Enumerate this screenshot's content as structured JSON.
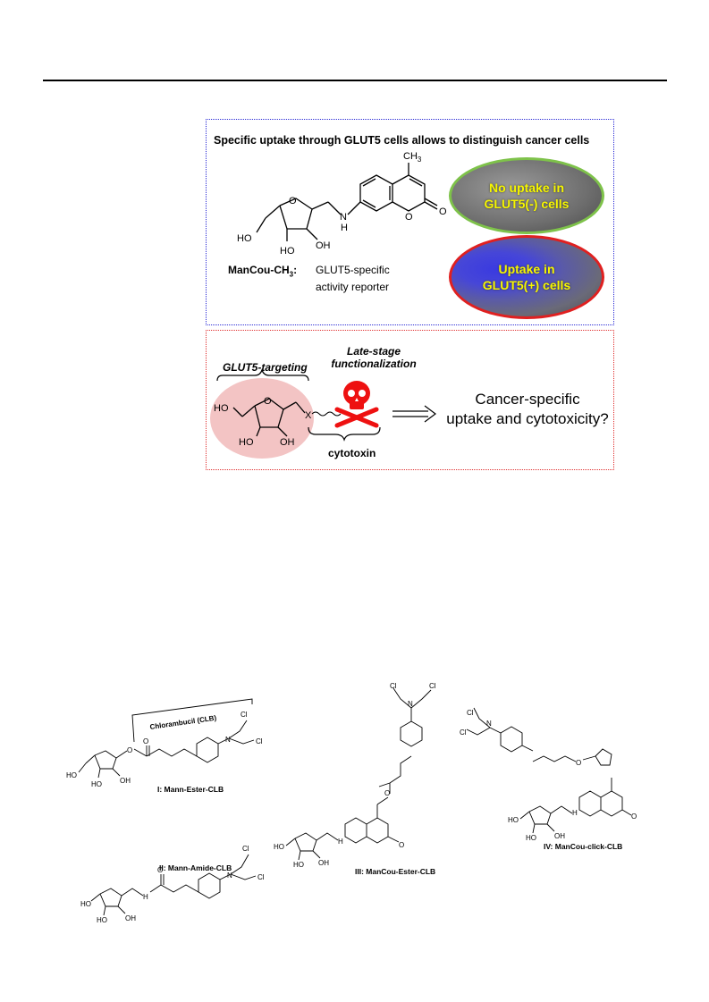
{
  "panel_top": {
    "heading": "Specific uptake through GLUT5 cells allows to distinguish cancer cells",
    "compound_name": "ManCou-CH",
    "compound_sub": "3",
    "compound_colon": ":",
    "desc_line1": "GLUT5-specific",
    "desc_line2": "activity reporter",
    "no_uptake_line1": "No uptake in",
    "no_uptake_line2": "GLUT5(-) cells",
    "uptake_line1": "Uptake in",
    "uptake_line2": "GLUT5(+) cells",
    "atom_ch3": "CH",
    "atom_ch3_sub": "3",
    "atom_ho": "HO",
    "atom_oh": "OH",
    "atom_o": "O",
    "atom_h": "H",
    "atom_n": "N",
    "colors": {
      "border": "#2b2bd6",
      "no_uptake_ring": "#7ec24a",
      "uptake_ring": "#e02020",
      "text": "#f6f600"
    }
  },
  "panel_bottom": {
    "targeting": "GLUT5-targeting",
    "late_line1": "Late-stage",
    "late_line2": "functionalization",
    "cytotoxin": "cytotoxin",
    "question_line1": "Cancer-specific",
    "question_line2": "uptake and cytotoxicity?",
    "atom_x": "X",
    "colors": {
      "border": "#e03030",
      "sugar_bg": "#f3c4c4",
      "skull": "#ee1111"
    }
  },
  "structures": {
    "clb_bracket": "Chlorambucil (CLB)",
    "cl": "Cl",
    "n": "N",
    "o": "O",
    "ho": "HO",
    "oh": "OH",
    "nh_h": "H",
    "labels": {
      "I": "I: Mann-Ester-CLB",
      "II": "II: Mann-Amide-CLB",
      "III": "III: ManCou-Ester-CLB",
      "IV": "IV: ManCou-click-CLB"
    }
  }
}
